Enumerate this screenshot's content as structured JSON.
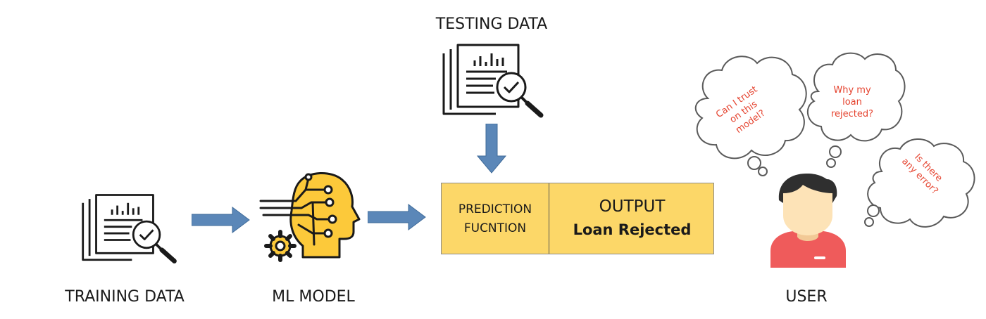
{
  "labels": {
    "testing_data": "TESTING DATA",
    "training_data": "TRAINING DATA",
    "ml_model": "ML MODEL",
    "user": "USER"
  },
  "prediction_box": {
    "function_line1": "PREDICTION",
    "function_line2": "FUCNTION",
    "output_title": "OUTPUT",
    "output_value": "Loan Rejected"
  },
  "thought_bubbles": [
    {
      "line1": "Can I trust",
      "line2": "on this",
      "line3": "model?"
    },
    {
      "line1": "Why my",
      "line2": "loan",
      "line3": "rejected?"
    },
    {
      "line1": "Is there",
      "line2": "any error?"
    }
  ],
  "colors": {
    "arrow": "#5b87b8",
    "box_fill": "#fcd768",
    "bubble_text": "#e5432f",
    "accent_yellow": "#fcc93a",
    "user_shirt": "#ef5b5b",
    "user_skin": "#fde3b7",
    "user_hair": "#2f2f2f"
  },
  "icons": {
    "testing": "document-magnifier-icon",
    "training": "document-magnifier-icon",
    "model": "ai-head-icon",
    "user": "user-avatar-icon"
  }
}
